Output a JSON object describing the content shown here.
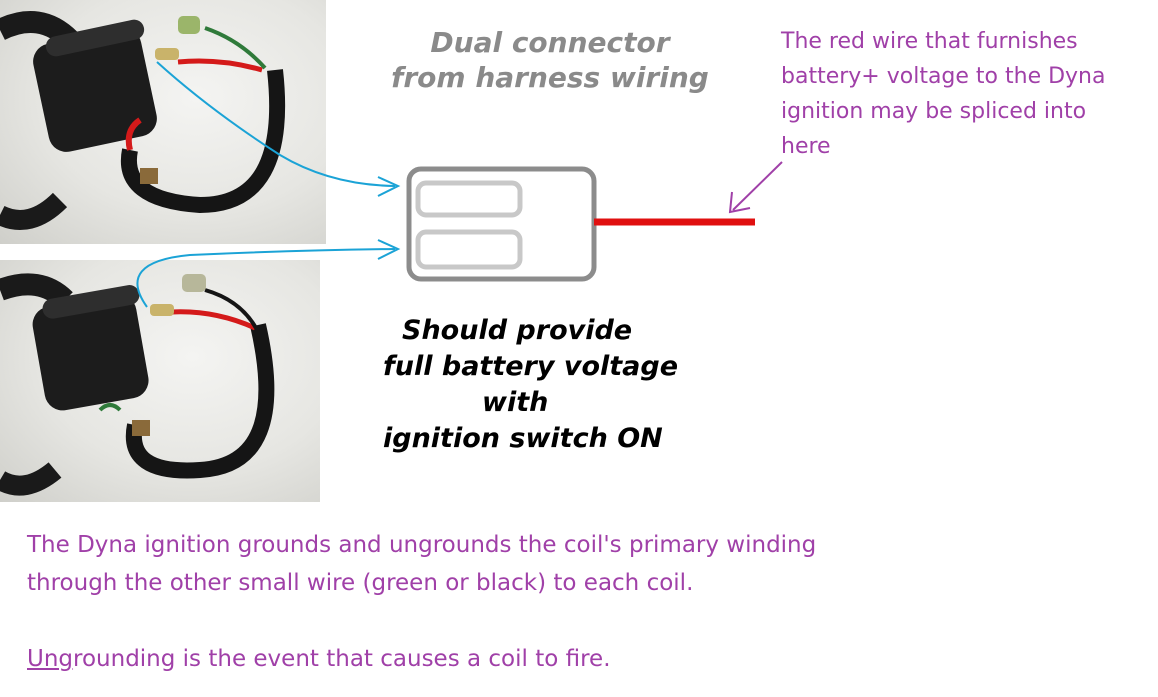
{
  "connector_title": {
    "line1": "Dual connector",
    "line2": "from harness wiring"
  },
  "red_wire_note": {
    "lines": [
      "The red wire that furnishes",
      "battery+ voltage to the Dyna",
      "ignition may be spliced into",
      "here"
    ]
  },
  "voltage_note": {
    "lines": [
      "Should provide",
      "full battery voltage",
      "with",
      "ignition switch ON"
    ]
  },
  "explanation": {
    "line1": "The Dyna ignition grounds and ungrounds the coil's primary winding",
    "line2": "through the other small wire (green or black) to each coil.",
    "line3_underlined": "Ung",
    "line3_rest": "rounding is the event that causes a coil to fire."
  },
  "colors": {
    "arrow_blue": "#1ba3d6",
    "note_purple": "#a040a8",
    "wire_red": "#e01010",
    "connector_gray": "#8c8c8c"
  }
}
